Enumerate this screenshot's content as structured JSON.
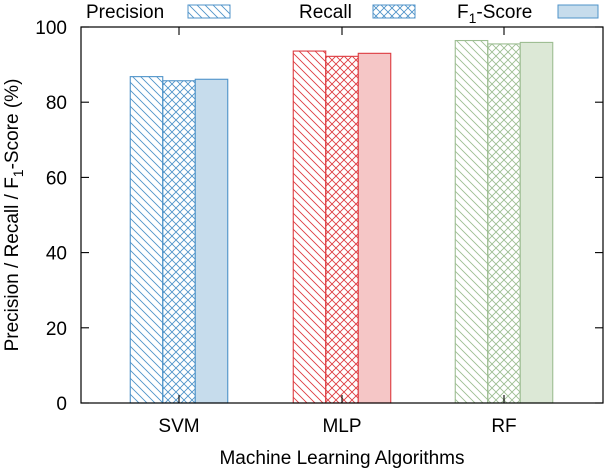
{
  "chart_data": {
    "type": "bar",
    "categories": [
      "SVM",
      "MLP",
      "RF"
    ],
    "series": [
      {
        "name": "Precision",
        "values": [
          86.8,
          93.6,
          96.4
        ],
        "pattern": "diagonal-hatch"
      },
      {
        "name": "Recall",
        "values": [
          85.7,
          92.2,
          95.5
        ],
        "pattern": "crosshatch"
      },
      {
        "name": "F1-Score",
        "name_main": "F",
        "name_sub": "1",
        "name_rest": "-Score",
        "values": [
          86.1,
          93.0,
          95.9
        ],
        "pattern": "solid"
      }
    ],
    "xlabel": "Machine Learning Algorithms",
    "ylabel": {
      "main": "Precision / Recall / F",
      "sub": "1",
      "rest": "-Score (%)"
    },
    "ylim": [
      0,
      100
    ],
    "yticks": [
      0,
      20,
      40,
      60,
      80,
      100
    ],
    "grid": false,
    "legend_position": "top",
    "colors": {
      "SVM": {
        "line": "#4f93c9",
        "fill": "#c6dcec"
      },
      "MLP": {
        "line": "#dd3b40",
        "fill": "#f5c6c6"
      },
      "RF": {
        "line": "#9dbd92",
        "fill": "#dce8d6"
      },
      "legend": {
        "line": "#4f93c9",
        "fill": "#c6dcec"
      }
    }
  }
}
